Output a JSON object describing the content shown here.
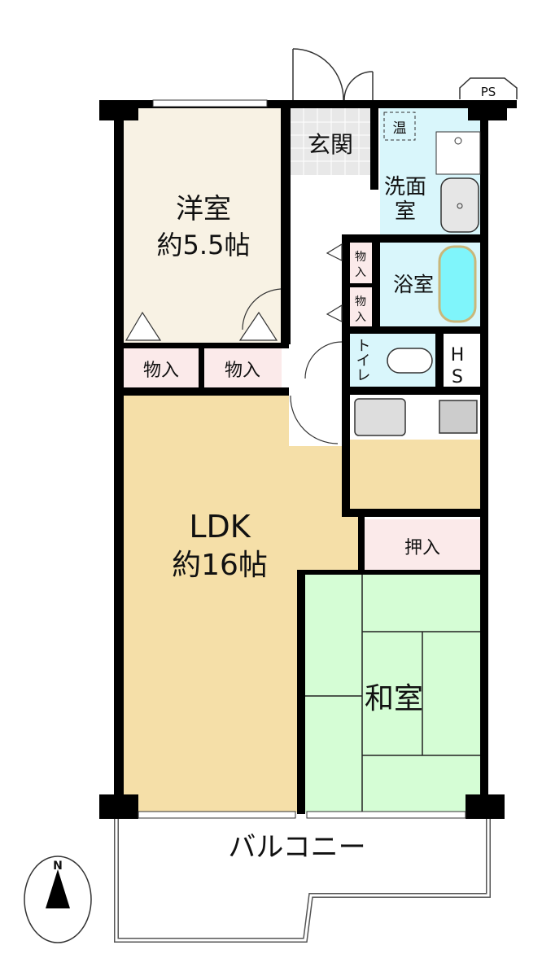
{
  "rooms": {
    "western": {
      "name": "洋室",
      "size": "約5.5帖"
    },
    "ldk": {
      "name": "LDK",
      "size": "約16帖"
    },
    "japanese": {
      "name": "和室"
    },
    "entrance": {
      "name": "玄関"
    },
    "washroom": {
      "name1": "洗面",
      "name2": "室"
    },
    "bath": {
      "name": "浴室"
    },
    "toilet": {
      "name": "トイレ"
    },
    "hs": {
      "l1": "H",
      "l2": "S"
    },
    "closet1": "物入",
    "closet2": "物入",
    "closet3": {
      "l1": "物",
      "l2": "入"
    },
    "closet4": {
      "l1": "物",
      "l2": "入"
    },
    "oshiire": "押入",
    "water_heater": "温",
    "ps": "PS",
    "balcony": "バルコニー"
  },
  "compass": {
    "north": "N"
  },
  "colors": {
    "western": "#f8f2e4",
    "ldk": "#f5dfa8",
    "japanese": "#d5fdd5",
    "wet": "#d9f6fb",
    "closet": "#fbeaea",
    "entrance": "#e8e8e8",
    "bathtub": "#7ff5fb",
    "wall": "#000000"
  }
}
